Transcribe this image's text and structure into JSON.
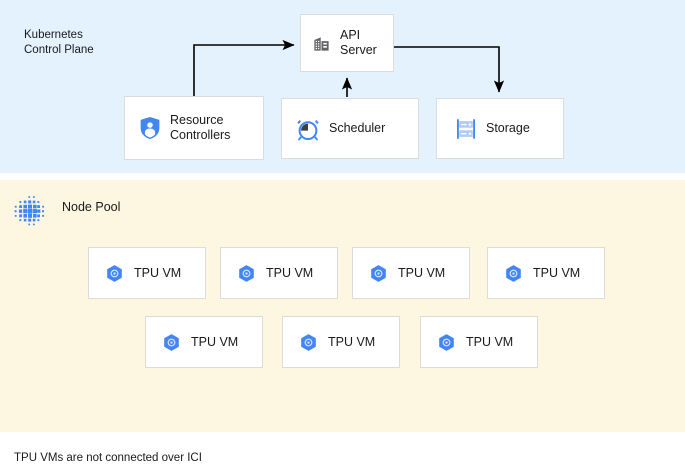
{
  "diagram": {
    "caption": "TPU VMs are not connected over ICI",
    "colors": {
      "control_plane_bg": "#e3f2fd",
      "node_pool_bg": "#fdf6e0",
      "box_bg": "#ffffff",
      "box_border": "#dcdcdc",
      "accent_blue": "#4285f4",
      "icon_gray": "#5f6368",
      "arrow": "#000000",
      "text": "#1a1a1a"
    }
  },
  "control_plane": {
    "label": "Kubernetes\nControl Plane",
    "components": [
      {
        "id": "api-server",
        "label": "API\nServer",
        "icon": "office-building-icon"
      },
      {
        "id": "resource-controllers",
        "label": "Resource\nControllers",
        "icon": "shield-person-icon"
      },
      {
        "id": "scheduler",
        "label": "Scheduler",
        "icon": "alarm-clock-icon"
      },
      {
        "id": "storage",
        "label": "Storage",
        "icon": "server-rack-icon"
      }
    ],
    "connections": [
      {
        "from": "resource-controllers",
        "to": "api-server",
        "style": "elbow-up-right"
      },
      {
        "from": "scheduler",
        "to": "api-server",
        "style": "straight-up"
      },
      {
        "from": "api-server",
        "to": "storage",
        "style": "elbow-right-down"
      }
    ]
  },
  "node_pool": {
    "label": "Node Pool",
    "icon": "dot-matrix-icon",
    "vm_label": "TPU VM",
    "vm_icon": "hexagon-gear-icon",
    "rows": [
      {
        "count": 4,
        "vms": [
          "TPU VM",
          "TPU VM",
          "TPU VM",
          "TPU VM"
        ]
      },
      {
        "count": 3,
        "vms": [
          "TPU VM",
          "TPU VM",
          "TPU VM"
        ]
      }
    ]
  }
}
